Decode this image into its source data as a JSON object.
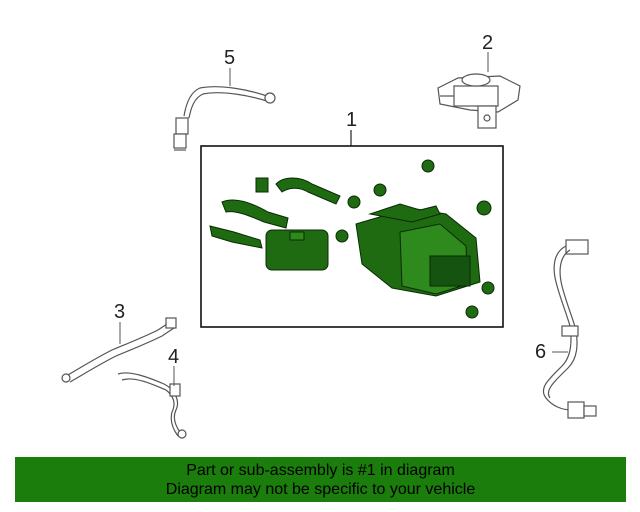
{
  "colors": {
    "accent": "#1b7d0b",
    "part_fill": "#1f6b12",
    "part_outline": "#0a2b05",
    "line_gray": "#707070"
  },
  "callouts": {
    "c1": "1",
    "c2": "2",
    "c3": "3",
    "c4": "4",
    "c5": "5",
    "c6": "6"
  },
  "banner": {
    "line1": "Part or sub-assembly is #1 in diagram",
    "line2": "Diagram may not be specific to your vehicle"
  }
}
